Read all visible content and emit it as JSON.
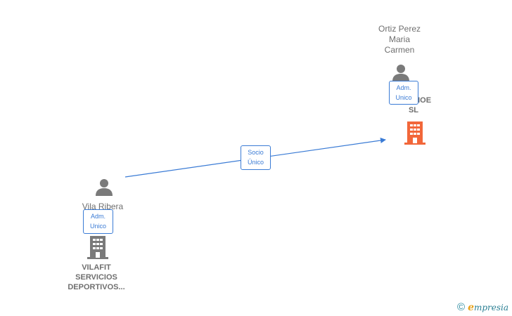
{
  "nodes": {
    "person_top": {
      "name_lines": [
        "Ortiz Perez",
        "Maria",
        "Carmen"
      ]
    },
    "company_top": {
      "name_lines": [
        "S…ANOE",
        "SL"
      ],
      "color": "#f2673a"
    },
    "person_bottom": {
      "name_lines": [
        "Vila Ribera"
      ]
    },
    "company_bottom": {
      "name_lines": [
        "VILAFIT",
        "SERVICIOS",
        "DEPORTIVOS..."
      ],
      "color": "#7a7a7a"
    }
  },
  "tags": {
    "top_role": [
      "Adm.",
      "Unico"
    ],
    "bottom_role": [
      "Adm.",
      "Unico"
    ],
    "edge": [
      "Socio",
      "Único"
    ]
  },
  "colors": {
    "person_icon": "#7a7a7a",
    "edge": "#3a7bd5"
  },
  "watermark": {
    "symbol": "©",
    "brand_initial": "e",
    "brand_rest": "mpresia"
  }
}
